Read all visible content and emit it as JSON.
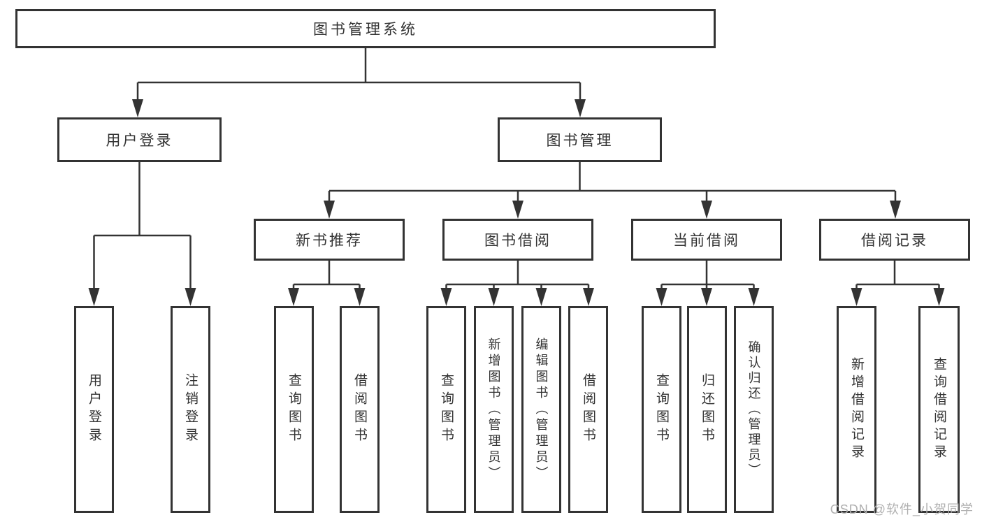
{
  "tree": {
    "label": "图书管理系统",
    "children": [
      {
        "label": "用户登录",
        "children": [
          {
            "label": "用户登录"
          },
          {
            "label": "注销登录"
          }
        ]
      },
      {
        "label": "图书管理",
        "children": [
          {
            "label": "新书推荐",
            "children": [
              {
                "label": "查询图书"
              },
              {
                "label": "借阅图书"
              }
            ]
          },
          {
            "label": "图书借阅",
            "children": [
              {
                "label": "查询图书"
              },
              {
                "label": "新增图书（管理员）"
              },
              {
                "label": "编辑图书（管理员）"
              },
              {
                "label": "借阅图书"
              }
            ]
          },
          {
            "label": "当前借阅",
            "children": [
              {
                "label": "查询图书"
              },
              {
                "label": "归还图书"
              },
              {
                "label": "确认归还（管理员）"
              }
            ]
          },
          {
            "label": "借阅记录",
            "children": [
              {
                "label": "新增借阅记录"
              },
              {
                "label": "查询借阅记录"
              }
            ]
          }
        ]
      }
    ]
  },
  "watermark": {
    "text": "CSDN @软件_小贺同学"
  },
  "colors": {
    "line": "#333333",
    "box_border": "#333333",
    "text": "#333333",
    "watermark": "#b0b0b0",
    "background": "#ffffff"
  }
}
